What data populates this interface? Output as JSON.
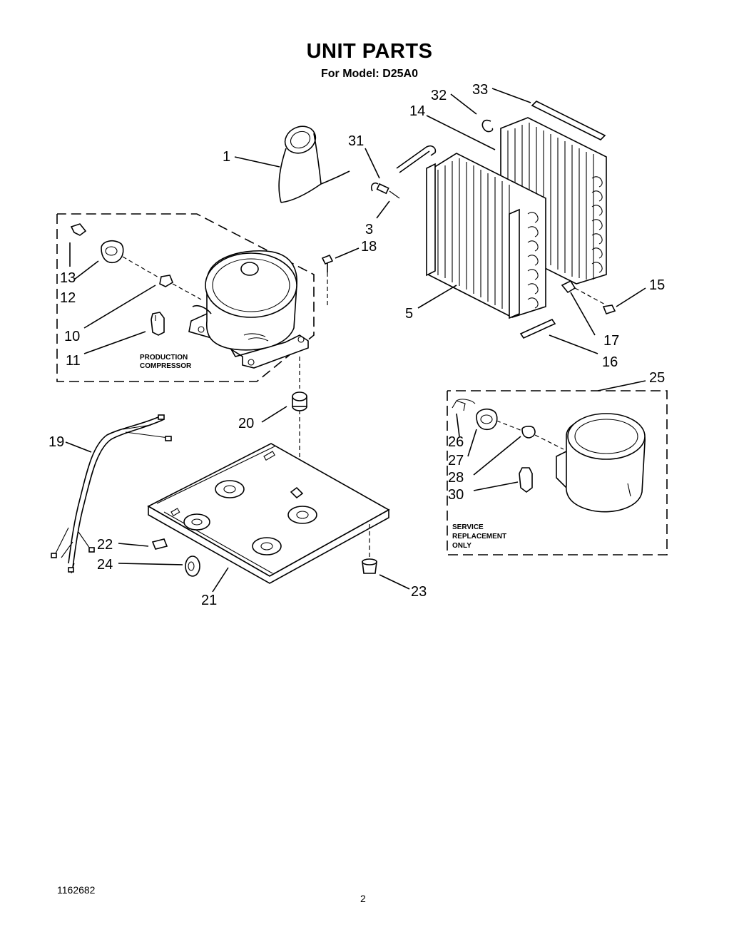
{
  "header": {
    "title": "UNIT PARTS",
    "subtitle": "For Model: D25A0"
  },
  "footer": {
    "doc_number": "1162682",
    "page_number": "2"
  },
  "boxes": {
    "production": [
      "PRODUCTION",
      "COMPRESSOR"
    ],
    "service": [
      "SERVICE",
      "REPLACEMENT",
      "ONLY"
    ]
  },
  "callouts": [
    "1",
    "3",
    "5",
    "10",
    "11",
    "12",
    "13",
    "14",
    "15",
    "16",
    "17",
    "18",
    "19",
    "20",
    "21",
    "22",
    "23",
    "24",
    "25",
    "26",
    "27",
    "28",
    "30",
    "31",
    "32",
    "33"
  ]
}
